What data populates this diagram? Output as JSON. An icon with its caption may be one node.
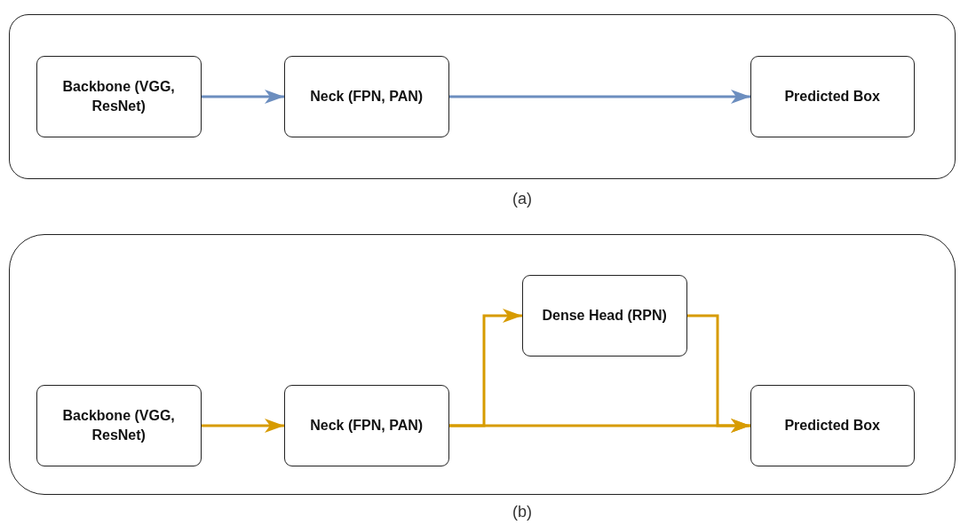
{
  "diagram": {
    "nodes": [
      {
        "text": [],
        "shape": "box",
        "beside": [
          "(a)"
        ]
      },
      {
        "text": [
          "Backbone (VGG, ResNet)"
        ],
        "in": 0
      },
      {
        "text": [
          "Neck (FPN, PAN)"
        ],
        "in": 0
      },
      {
        "text": [
          "Predicted Box"
        ],
        "in": 0
      },
      {
        "text": [],
        "shape": "box",
        "beside": [
          "(b)"
        ]
      },
      {
        "text": [
          "Dense Head (RPN)"
        ],
        "in": 4
      },
      {
        "text": [
          "Backbone (VGG, ResNet)"
        ],
        "in": 4
      },
      {
        "text": [
          "Neck (FPN, PAN)"
        ],
        "in": 4
      },
      {
        "text": [
          "Predicted Box"
        ],
        "in": 4
      }
    ],
    "edges": [
      {
        "from": 1,
        "to": 2,
        "arrow": "to",
        "color": "#6c8ebf"
      },
      {
        "from": 2,
        "to": 3,
        "arrow": "to",
        "color": "#6c8ebf"
      },
      {
        "from": 6,
        "to": 7,
        "arrow": "to"
      },
      {
        "from": 7,
        "to": 5,
        "arrow": "to"
      },
      {
        "from": 7,
        "to": 8,
        "arrow": "to"
      },
      {
        "from": 5,
        "to": 8,
        "arrow": "to"
      }
    ]
  }
}
